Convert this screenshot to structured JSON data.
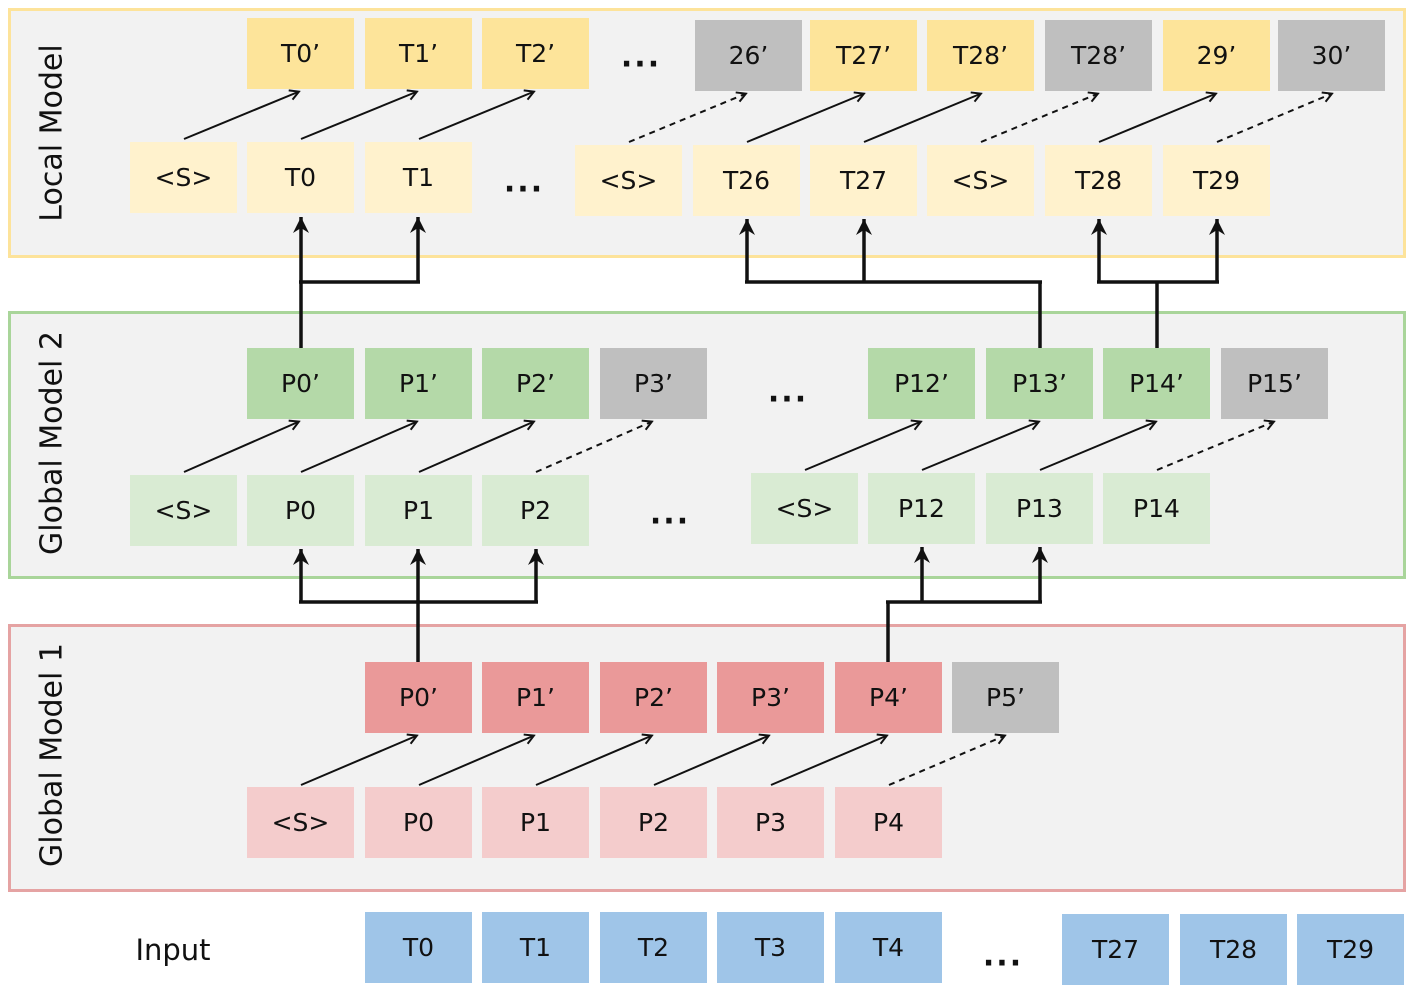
{
  "colors": {
    "panel_bg": "#f2f2f2",
    "local_border": "#fde39a",
    "global2_border": "#a9d59a",
    "global1_border": "#e5a3a3",
    "yellow_dark": "#fde49a",
    "yellow_light": "#fff2cd",
    "green_dark": "#b4d9a8",
    "green_light": "#d9ebd3",
    "red_dark": "#ea9999",
    "red_light": "#f4cccc",
    "blue": "#9fc5e8",
    "gray": "#bfbfbf",
    "line": "#111111"
  },
  "panels": {
    "local_title": "Local Model",
    "global2_title": "Global Model 2",
    "global1_title": "Global Model 1"
  },
  "input_label": "Input",
  "ellipsis": "...",
  "local": {
    "outputs": [
      "T0’",
      "T1’",
      "T2’",
      "26’",
      "T27’",
      "T28’",
      "T28’",
      "29’",
      "30’"
    ],
    "inputs": [
      "<S>",
      "T0",
      "T1",
      "<S>",
      "T26",
      "T27",
      "<S>",
      "T28",
      "T29"
    ]
  },
  "global2": {
    "outputs": [
      "P0’",
      "P1’",
      "P2’",
      "P3’",
      "P12’",
      "P13’",
      "P14’",
      "P15’"
    ],
    "inputs": [
      "<S>",
      "P0",
      "P1",
      "P2",
      "<S>",
      "P12",
      "P13",
      "P14"
    ]
  },
  "global1": {
    "outputs": [
      "P0’",
      "P1’",
      "P2’",
      "P3’",
      "P4’",
      "P5’"
    ],
    "inputs": [
      "<S>",
      "P0",
      "P1",
      "P2",
      "P3",
      "P4"
    ]
  },
  "input_tokens": [
    "T0",
    "T1",
    "T2",
    "T3",
    "T4",
    "T27",
    "T28",
    "T29"
  ]
}
